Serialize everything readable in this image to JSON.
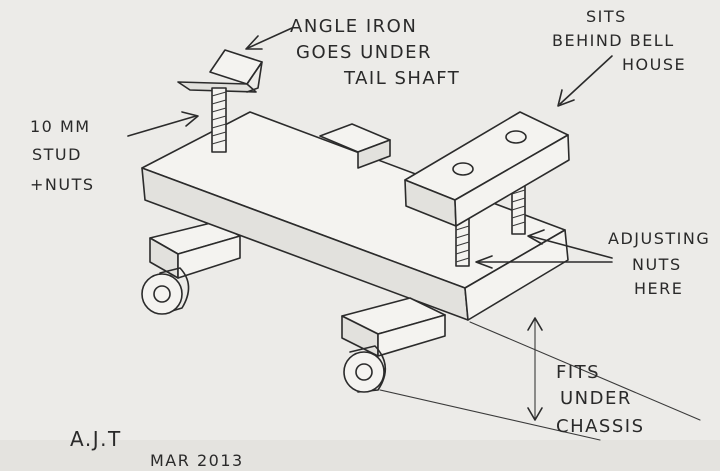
{
  "annotations": {
    "angle_iron": [
      "ANGLE IRON",
      "GOES UNDER",
      "TAIL SHAFT"
    ],
    "sits_behind": [
      "SITS",
      "BEHIND BELL",
      "HOUSE"
    ],
    "stud": [
      "10 MM",
      "STUD",
      "+NUTS"
    ],
    "adjusting": [
      "ADJUSTING",
      "NUTS",
      "HERE"
    ],
    "fits_under": [
      "FITS",
      "UNDER",
      "CHASSIS"
    ],
    "initials": "A.J.T",
    "date": "MAR 2013"
  }
}
